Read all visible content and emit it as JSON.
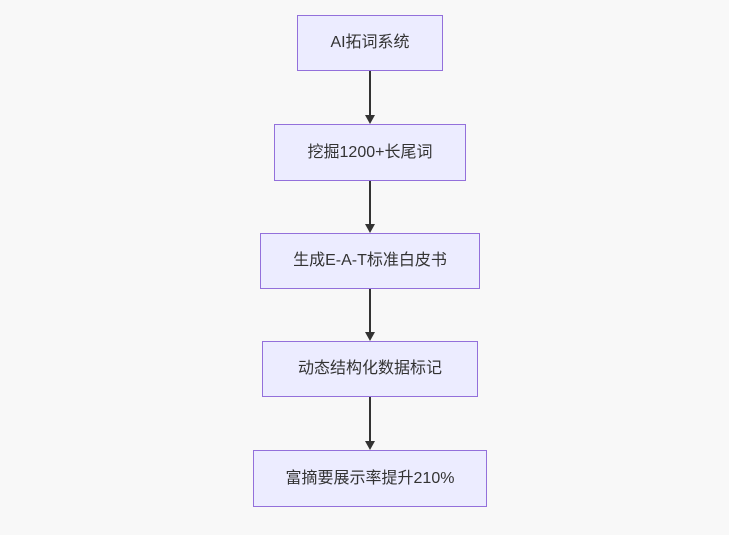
{
  "diagram": {
    "type": "flowchart-top-down",
    "colors": {
      "background": "#f8f8f8",
      "node_fill": "#ececff",
      "node_border": "#9370db",
      "text_color": "#333333",
      "arrow_color": "#333333"
    },
    "nodes": [
      {
        "label": "AI拓词系统"
      },
      {
        "label": "挖掘1200+长尾词"
      },
      {
        "label": "生成E-A-T标准白皮书"
      },
      {
        "label": "动态结构化数据标记"
      },
      {
        "label": "富摘要展示率提升210%"
      }
    ],
    "edges": [
      {
        "from": 0,
        "to": 1,
        "style": "arrow-down"
      },
      {
        "from": 1,
        "to": 2,
        "style": "arrow-down"
      },
      {
        "from": 2,
        "to": 3,
        "style": "arrow-down"
      },
      {
        "from": 3,
        "to": 4,
        "style": "arrow-down"
      }
    ]
  }
}
